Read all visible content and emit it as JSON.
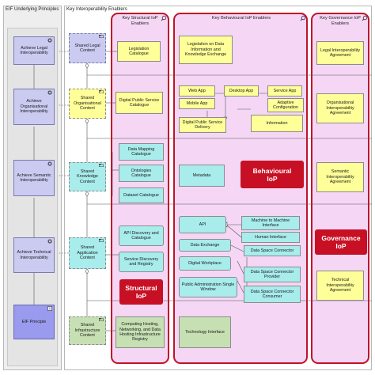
{
  "frames": {
    "principles_label": "EIF Underlying Principles",
    "enablers_label": "Key Interoperability Enablers"
  },
  "columns": {
    "structural": {
      "title": "Key Structural IoP Enablers",
      "tag_line1": "Structural",
      "tag_line2": "IoP"
    },
    "behavioural": {
      "title": "Key Behavioural IoP Enablers",
      "tag_line1": "Behavioural",
      "tag_line2": "IoP"
    },
    "governance": {
      "title": "Key Governance IoP Enablers",
      "tag_line1": "Governance",
      "tag_line2": "IoP"
    }
  },
  "principles": [
    "Achieve Legal Interoperability",
    "Achieve Organisational Interoperability",
    "Achieve Semantic Interoperability",
    "Achieve Technical Interoperability",
    "EIF Principle"
  ],
  "shared": [
    "Shared Legal Content",
    "Shared Organisational Content",
    "Shared Knowledge Content",
    "Shared Application Content",
    "Shared Infrastructure Content"
  ],
  "structural": {
    "legislation_catalogue": "Legislation Catalogue",
    "dps_catalogue": "Digital Public Service Catalogue",
    "data_mapping": "Data Mapping Catalogue",
    "ontologies": "Ontologies Catalogue",
    "dataset": "Dataset Catalogue",
    "api_discovery": "API Discovery and Catalogue",
    "service_discovery": "Service Discovery and Registry",
    "computing_hosting": "Computing Hosting, Networking, and Data Hosting Infrastructure Registry"
  },
  "behavioural": {
    "legislation_on_data": "Legislation on Data Information and Knowledge Exchange",
    "web_app": "Web App",
    "desktop_app": "Desktop App",
    "service_app": "Service App",
    "mobile_app": "Mobile App",
    "adaptive_config": "Adaptive Configuration",
    "dps_delivery": "Digital Public Service Delivery",
    "information": "Information",
    "metadata": "Metadata",
    "api": "API",
    "m2m_interface": "Machine to Machine Interface",
    "human_interface": "Human Interface",
    "data_exchange": "Data Exchange",
    "data_space_connector": "Data Space Connector",
    "digital_workplace": "Digital Workplace",
    "dsc_provider": "Data Space Connector Provider",
    "pa_single_window": "Public Administration Single Window",
    "dsc_consumer": "Data Space Connector Consumer",
    "technology_interface": "Technology Interface"
  },
  "governance": {
    "legal_agreement": "Legal Interoperability Agreement",
    "org_agreement": "Organisational Interoperability Agreement",
    "semantic_agreement": "Semantic Interoperability Agreement",
    "technical_agreement": "Technical Interoperability Agreement"
  }
}
